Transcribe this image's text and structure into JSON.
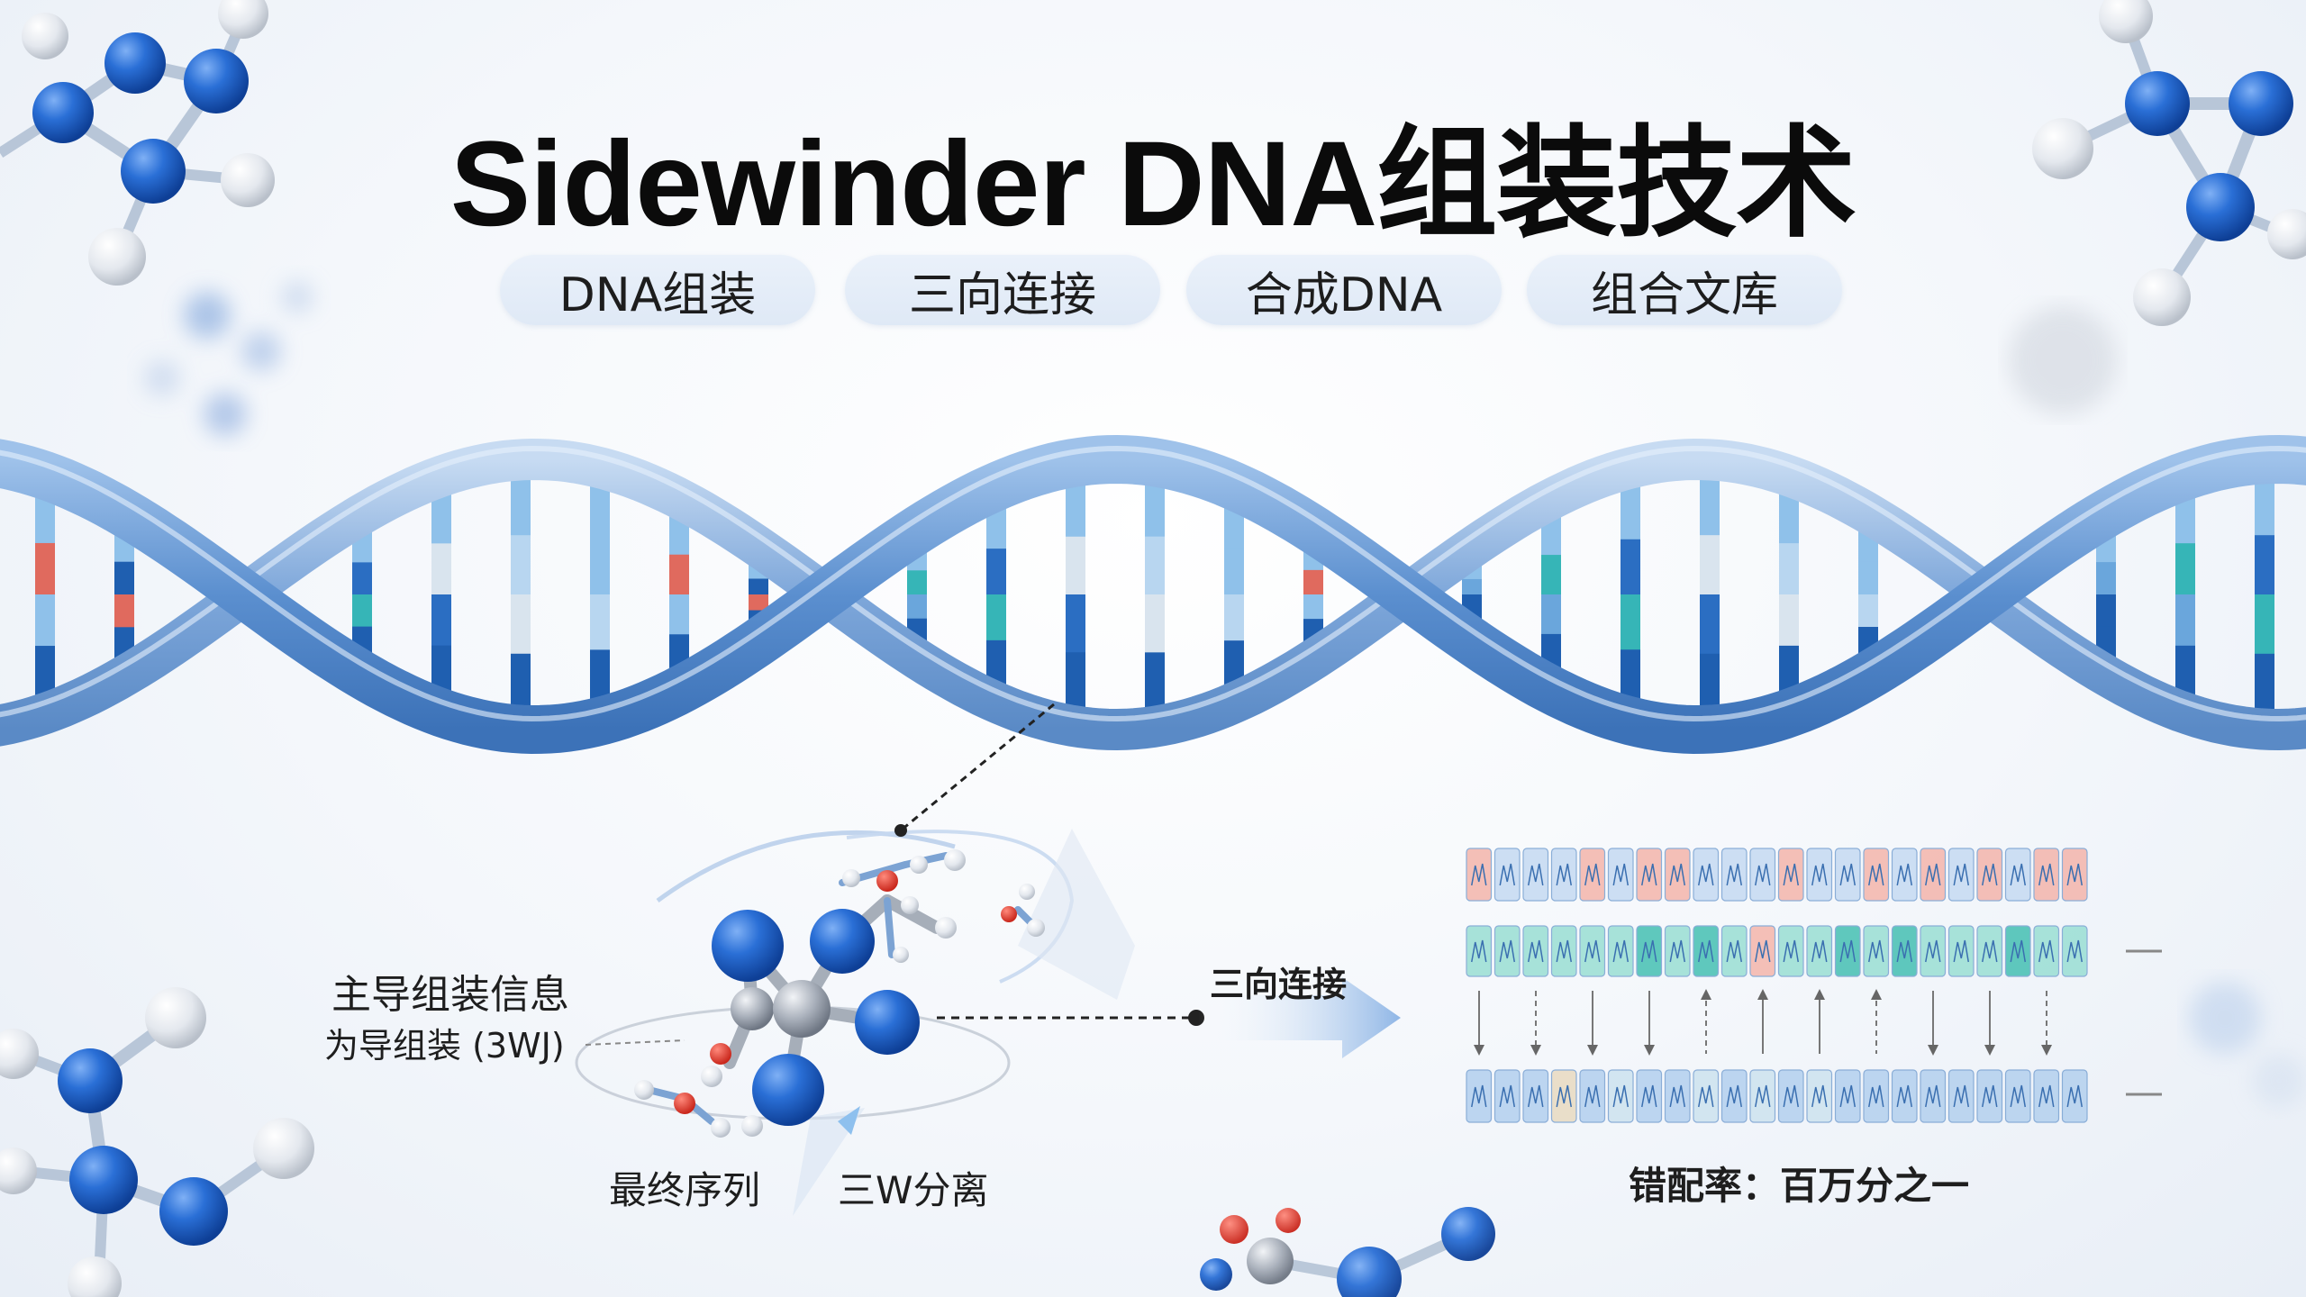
{
  "title": "Sidewinder DNA组装技术",
  "tags": [
    "DNA组装",
    "三向连接",
    "合成DNA",
    "组合文库"
  ],
  "diagram": {
    "label_guide_info": "主导组装信息",
    "label_guide_assembly": "为导组装 (3WJ)",
    "label_final_sequence": "最终序列",
    "label_3w_separation": "三W分离",
    "label_three_way": "三向连接",
    "label_error_rate": "错配率：百万分之一"
  },
  "colors": {
    "helix_blue": "#5b8fcf",
    "rung_dark": "#1f5fb0",
    "rung_light": "#8fc1ea",
    "accent_red": "#e06a5e",
    "accent_teal": "#36b5b7",
    "atom_blue": "#1a63d6"
  }
}
